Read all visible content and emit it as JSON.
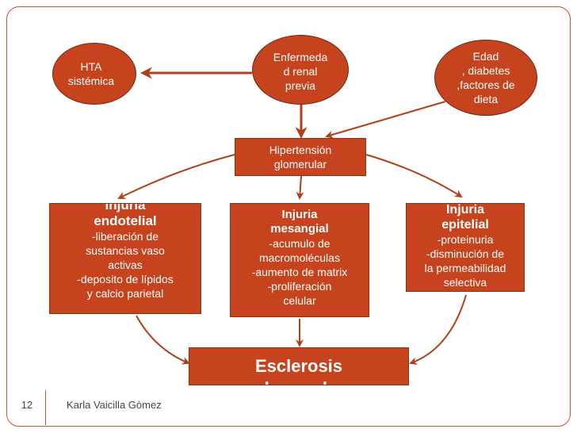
{
  "colors": {
    "node_fill": "#c7431e",
    "arrow": "#b0401c",
    "frame": "#c9502a"
  },
  "nodes": {
    "hta": "HTA\nsistémica",
    "enfermedad": "Enfermeda\nd renal\nprevia",
    "edad": "Edad\n, diabetes\n,factores de\ndieta",
    "hipertension": "Hipertensión\nglomerular",
    "endotelial": {
      "title": "Injuria\nendotelial",
      "body": "-liberación de\nsustancias vaso\nactivas\n-deposito de lípidos\ny calcio parietal"
    },
    "mesangial": {
      "title": "Injuria\nmesangial",
      "body": "-acumulo de\nmacromoléculas\n-aumento de matrix\n-proliferación\ncelular"
    },
    "epitelial": {
      "title": "Injuria\nepitelial",
      "body": "-proteinuria\n-disminución de\nla permeabilidad\nselectiva"
    },
    "esclerosis": "Esclerosis\nglomerular"
  },
  "footer": {
    "slide_number": "12",
    "author": "Karla Vaicilla Gòmez"
  }
}
